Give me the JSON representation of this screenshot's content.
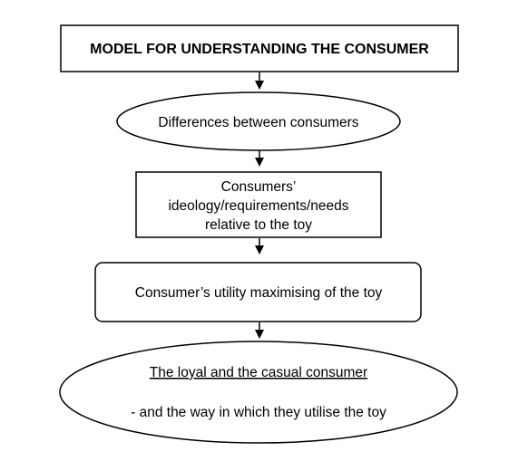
{
  "diagram": {
    "title": "MODEL FOR UNDERSTANDING THE CONSUMER",
    "node_1": "Differences between consumers",
    "node_2_line_1": "Consumers’",
    "node_2_line_2": "ideology/requirements/needs",
    "node_2_line_3": "relative to the toy",
    "node_3": "Consumer’s utility maximising of the toy",
    "node_4_line_1": "The loyal and the casual consumer",
    "node_4_line_2": "- and the way in which they utilise the toy"
  }
}
